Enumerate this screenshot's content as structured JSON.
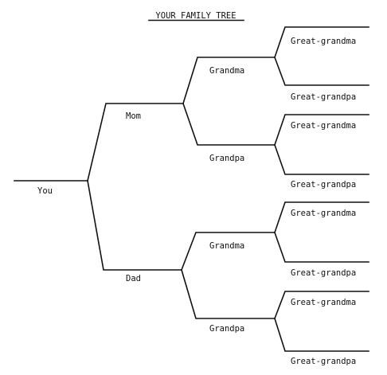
{
  "title": "YOUR FAMILY TREE",
  "you": "You",
  "parents": [
    {
      "label": "Mom",
      "grandparents": [
        {
          "label": "Grandma",
          "great_grandparents": [
            "Great-grandma",
            "Great-grandpa"
          ]
        },
        {
          "label": "Grandpa",
          "great_grandparents": [
            "Great-grandma",
            "Great-grandpa"
          ]
        }
      ]
    },
    {
      "label": "Dad",
      "grandparents": [
        {
          "label": "Grandma",
          "great_grandparents": [
            "Great-grandma",
            "Great-grandpa"
          ]
        },
        {
          "label": "Grandpa",
          "great_grandparents": [
            "Great-grandma",
            "Great-grandpa"
          ]
        }
      ]
    }
  ]
}
